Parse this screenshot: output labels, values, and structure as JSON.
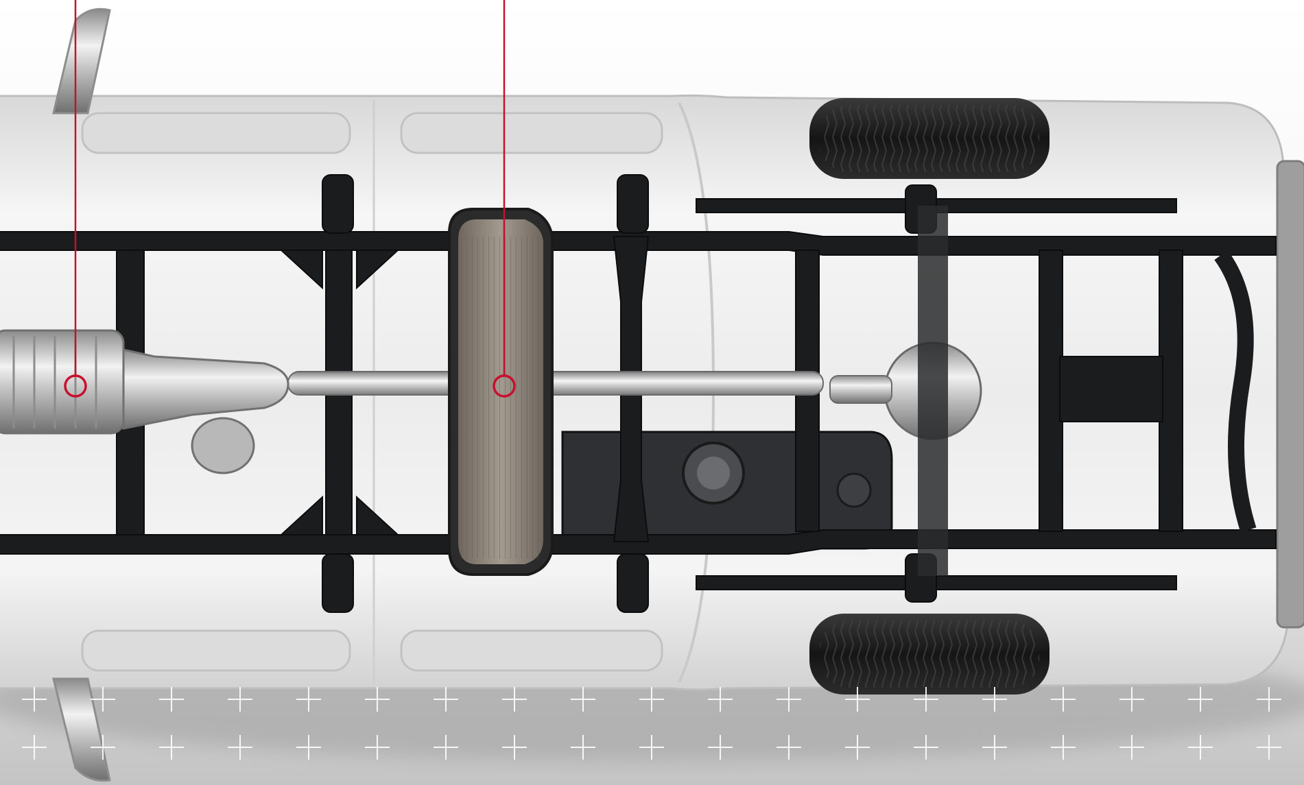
{
  "image": {
    "subject": "pickup-truck-underbody-chassis",
    "background_color": "#cdcdcd",
    "body_color": "#ebebeb",
    "frame_color": "#1b1c1e",
    "callout_color": "#c8102e",
    "fuel_tank_color": "#2e3033",
    "battery_color": "#8c8175",
    "tire_color": "#1a1a1a"
  },
  "callouts": [
    {
      "target": "transmission"
    },
    {
      "target": "hybrid-battery-pack"
    }
  ]
}
